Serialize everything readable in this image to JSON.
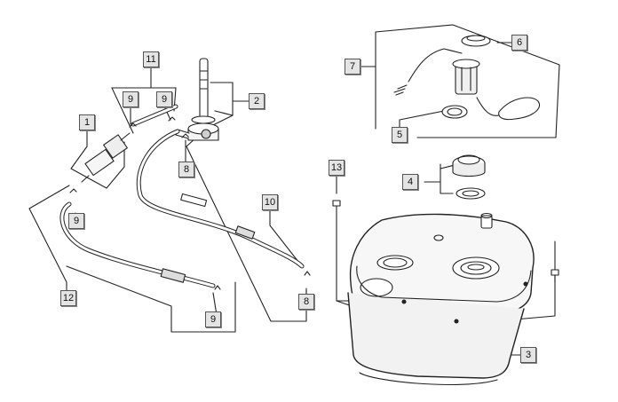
{
  "diagram": {
    "callouts": {
      "c1": "1",
      "c2": "2",
      "c3": "3",
      "c4": "4",
      "c5": "5",
      "c6": "6",
      "c7": "7",
      "c8a": "8",
      "c8b": "8",
      "c9a": "9",
      "c9b": "9",
      "c9c": "9",
      "c9d": "9",
      "c10": "10",
      "c11": "11",
      "c12": "12",
      "c13": "13"
    }
  }
}
